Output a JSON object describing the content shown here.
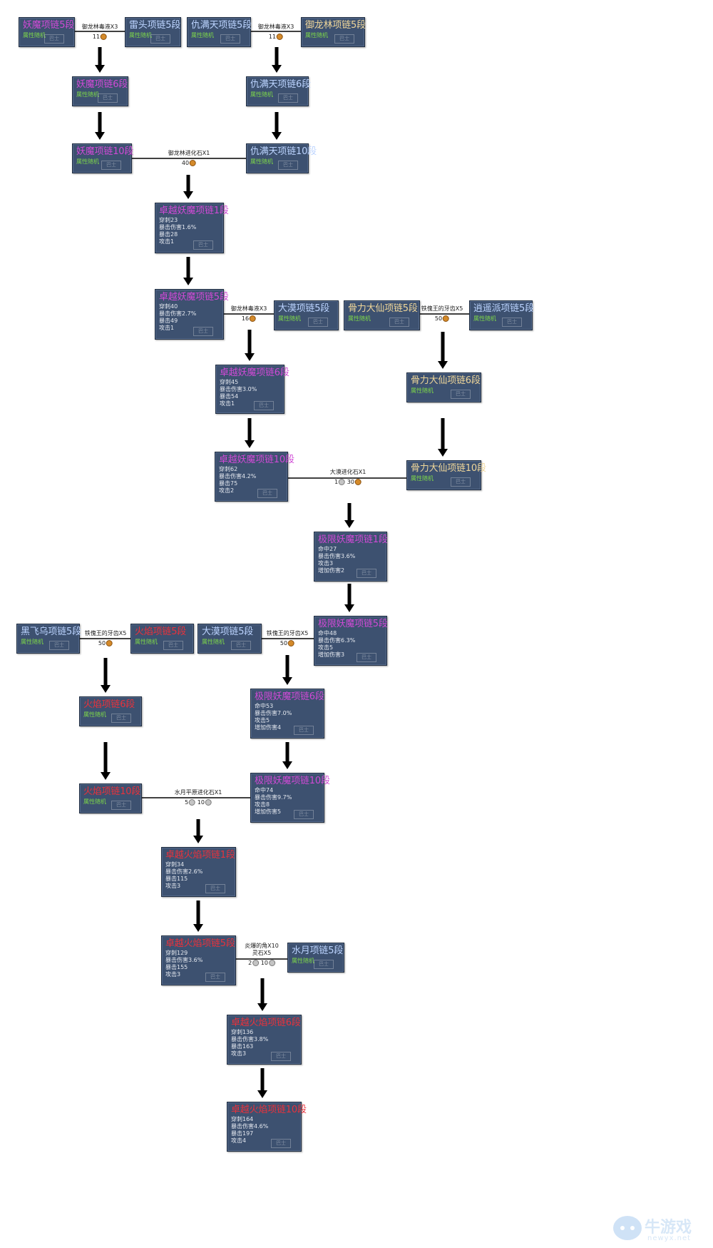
{
  "colors": {
    "node_bg": "#3d5170",
    "purple": "#d04ad6",
    "blue": "#bcd4ff",
    "gold": "#f0d79a",
    "red": "#e8323c",
    "green": "#7dd64a",
    "arrow": "#000000"
  },
  "nodes": [
    {
      "id": "n1",
      "name": "妖魔项链5段",
      "color": "purple",
      "sub": "属性随机"
    },
    {
      "id": "n2",
      "name": "雷头项链5段",
      "color": "blue",
      "sub": "属性随机"
    },
    {
      "id": "n3",
      "name": "仇满天项链5段",
      "color": "blue",
      "sub": "属性随机"
    },
    {
      "id": "n4",
      "name": "御龙林项链5段",
      "color": "gold",
      "sub": "属性随机"
    },
    {
      "id": "n5",
      "name": "妖魔项链6段",
      "color": "purple",
      "sub": "属性随机"
    },
    {
      "id": "n6",
      "name": "仇满天项链6段",
      "color": "blue",
      "sub": "属性随机"
    },
    {
      "id": "n7",
      "name": "妖魔项链10段",
      "color": "purple",
      "sub": "属性随机"
    },
    {
      "id": "n8",
      "name": "仇满天项链10段",
      "color": "blue",
      "sub": "属性随机"
    },
    {
      "id": "n9",
      "name": "卓越妖魔项链1段",
      "color": "purple",
      "stats": [
        "穿刺23",
        "暴击伤害1.6%",
        "暴击28",
        "攻击1"
      ]
    },
    {
      "id": "n10",
      "name": "卓越妖魔项链5段",
      "color": "purple",
      "stats": [
        "穿刺40",
        "暴击伤害2.7%",
        "暴击49",
        "攻击1"
      ]
    },
    {
      "id": "n11",
      "name": "大漠项链5段",
      "color": "blue",
      "sub": "属性随机"
    },
    {
      "id": "n12",
      "name": "骨力大仙项链5段",
      "color": "gold",
      "sub": "属性随机"
    },
    {
      "id": "n13",
      "name": "逍遥派项链5段",
      "color": "blue",
      "sub": "属性随机"
    },
    {
      "id": "n14",
      "name": "卓越妖魔项链6段",
      "color": "purple",
      "stats": [
        "穿刺45",
        "暴击伤害3.0%",
        "暴击54",
        "攻击1"
      ]
    },
    {
      "id": "n15",
      "name": "骨力大仙项链6段",
      "color": "gold",
      "sub": "属性随机"
    },
    {
      "id": "n16",
      "name": "卓越妖魔项链10段",
      "color": "purple",
      "stats": [
        "穿刺62",
        "暴击伤害4.2%",
        "暴击75",
        "攻击2"
      ]
    },
    {
      "id": "n17",
      "name": "骨力大仙项链10段",
      "color": "gold",
      "sub": "属性随机"
    },
    {
      "id": "n18",
      "name": "极限妖魔项链1段",
      "color": "purple",
      "stats": [
        "命中27",
        "暴击伤害3.6%",
        "攻击3",
        "增加伤害2"
      ]
    },
    {
      "id": "n19",
      "name": "黑飞乌项链5段",
      "color": "blue",
      "sub": "属性随机"
    },
    {
      "id": "n20",
      "name": "火焰项链5段",
      "color": "red",
      "sub": "属性随机"
    },
    {
      "id": "n21",
      "name": "大漠项链5段",
      "color": "blue",
      "sub": "属性随机"
    },
    {
      "id": "n22",
      "name": "极限妖魔项链5段",
      "color": "purple",
      "stats": [
        "命中48",
        "暴击伤害6.3%",
        "攻击5",
        "增加伤害3"
      ]
    },
    {
      "id": "n23",
      "name": "火焰项链6段",
      "color": "red",
      "sub": "属性随机"
    },
    {
      "id": "n24",
      "name": "极限妖魔项链6段",
      "color": "purple",
      "stats": [
        "命中53",
        "暴击伤害7.0%",
        "攻击5",
        "增加伤害4"
      ]
    },
    {
      "id": "n25",
      "name": "火焰项链10段",
      "color": "red",
      "sub": "属性随机"
    },
    {
      "id": "n26",
      "name": "极限妖魔项链10段",
      "color": "purple",
      "stats": [
        "命中74",
        "暴击伤害9.7%",
        "攻击8",
        "增加伤害5"
      ]
    },
    {
      "id": "n27",
      "name": "卓越火焰项链1段",
      "color": "red",
      "stats": [
        "穿刺34",
        "暴击伤害2.6%",
        "暴击115",
        "攻击3"
      ]
    },
    {
      "id": "n28",
      "name": "卓越火焰项链5段",
      "color": "red",
      "stats": [
        "穿刺129",
        "暴击伤害3.6%",
        "暴击155",
        "攻击3"
      ]
    },
    {
      "id": "n29",
      "name": "水月项链5段",
      "color": "blue",
      "sub": "属性随机"
    },
    {
      "id": "n30",
      "name": "卓越火焰项链6段",
      "color": "red",
      "stats": [
        "穿刺136",
        "暴击伤害3.8%",
        "暴击163",
        "攻击3"
      ]
    },
    {
      "id": "n31",
      "name": "卓越火焰项链10段",
      "color": "red",
      "stats": [
        "穿刺164",
        "暴击伤害4.6%",
        "暴击197",
        "攻击4"
      ]
    }
  ],
  "connectors": [
    {
      "id": "c1",
      "material": "御龙林毒液X3",
      "cost": "11",
      "coin": "gold"
    },
    {
      "id": "c2",
      "material": "御龙林毒液X3",
      "cost": "11",
      "coin": "gold"
    },
    {
      "id": "c3",
      "material": "御龙林进化石X1",
      "cost": "40",
      "coin": "gold"
    },
    {
      "id": "c4",
      "material": "御龙林毒液X3",
      "cost": "16",
      "coin": "gold"
    },
    {
      "id": "c5",
      "material": "铁傀王的牙齿X5",
      "cost": "50",
      "coin": "gold"
    },
    {
      "id": "c6",
      "material": "大漠进化石X1",
      "cost_a": "1",
      "cost_b": "30"
    },
    {
      "id": "c7",
      "material": "铁傀王的牙齿X5",
      "cost": "50",
      "coin": "gold"
    },
    {
      "id": "c8",
      "material": "铁傀王的牙齿X5",
      "cost": "50",
      "coin": "gold"
    },
    {
      "id": "c9",
      "material": "水月平原进化石X1",
      "cost_a": "5",
      "cost_b": "10"
    },
    {
      "id": "c10",
      "material": "炎爆的角X10",
      "material2": "灵石X5",
      "cost_a": "2",
      "cost_b": "10"
    }
  ],
  "watermark": {
    "logo": "牛游戏",
    "url": "newyx.net",
    "seal": "巴士"
  }
}
